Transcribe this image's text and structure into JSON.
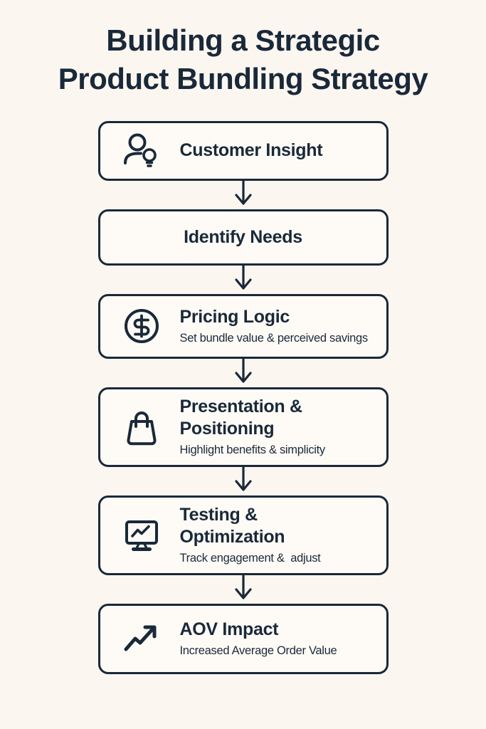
{
  "title": {
    "line1": "Building a Strategic",
    "line2": "Product Bundling Strategy"
  },
  "colors": {
    "background": "#FBF6F0",
    "card": "#FEFBF6",
    "ink": "#1A2939"
  },
  "icons": [
    "person-lightbulb-icon",
    "none",
    "dollar-circle-icon",
    "shopping-bag-icon",
    "monitor-chart-icon",
    "trending-up-icon"
  ],
  "steps": [
    {
      "heading": "Customer Insight",
      "subtitle": ""
    },
    {
      "heading": "Identify Needs",
      "subtitle": ""
    },
    {
      "heading": "Pricing Logic",
      "subtitle": "Set bundle value & perceived savings"
    },
    {
      "heading": "Presentation & Positioning",
      "subtitle": "Highlight benefits & simplicity"
    },
    {
      "heading": "Testing & Optimization",
      "subtitle": "Track engagement &  adjust"
    },
    {
      "heading": "AOV Impact",
      "subtitle": "Increased Average Order Value"
    }
  ]
}
